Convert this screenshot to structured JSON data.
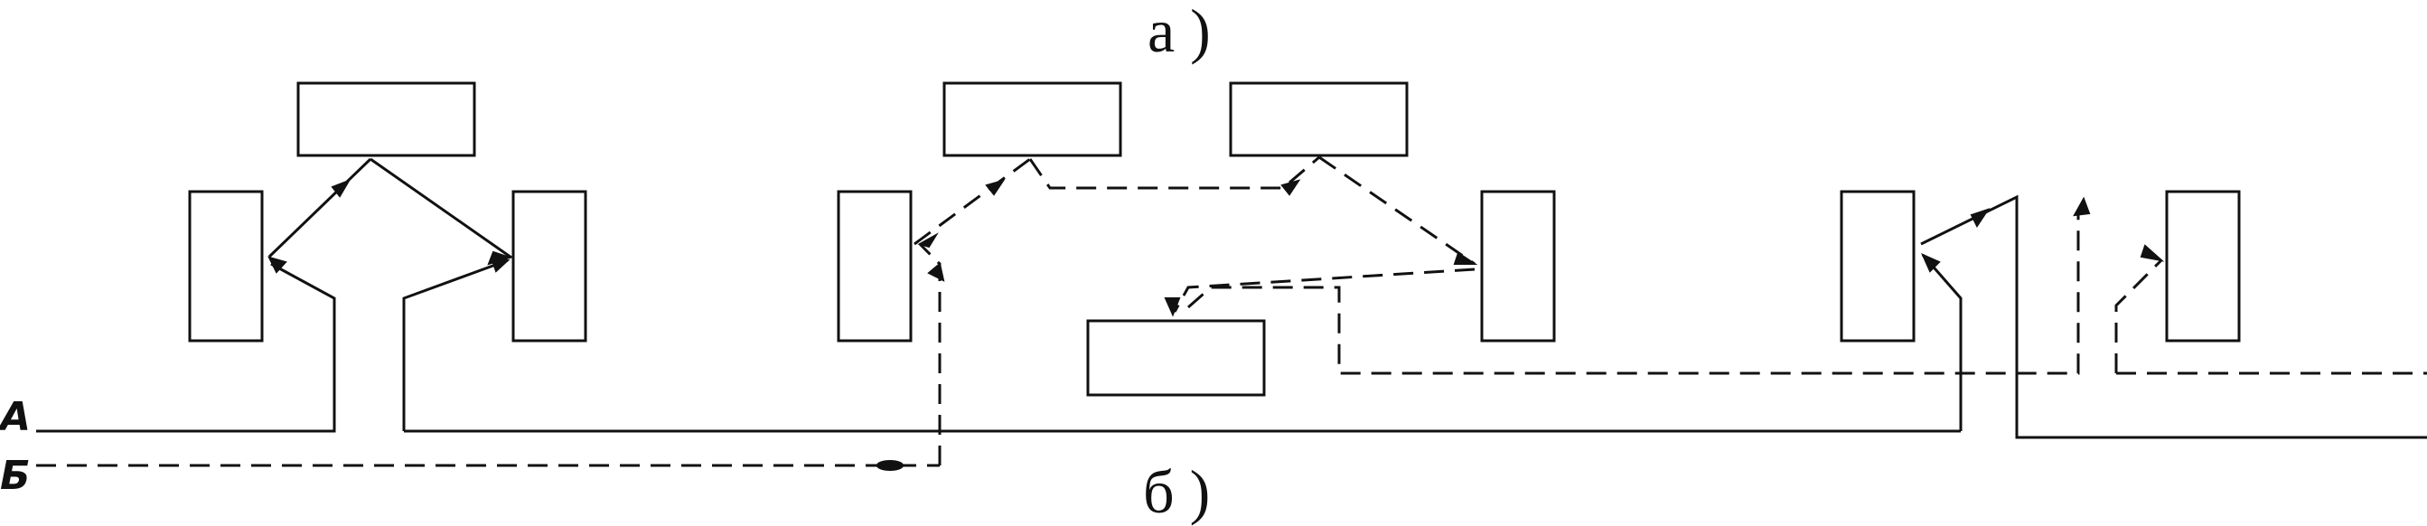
{
  "diagram": {
    "caption_top": "а )",
    "caption_bottom": "б )",
    "line_a_label": "А",
    "line_b_label": "Б",
    "colors": {
      "ink": "#111111",
      "background": "#ffffff"
    }
  }
}
